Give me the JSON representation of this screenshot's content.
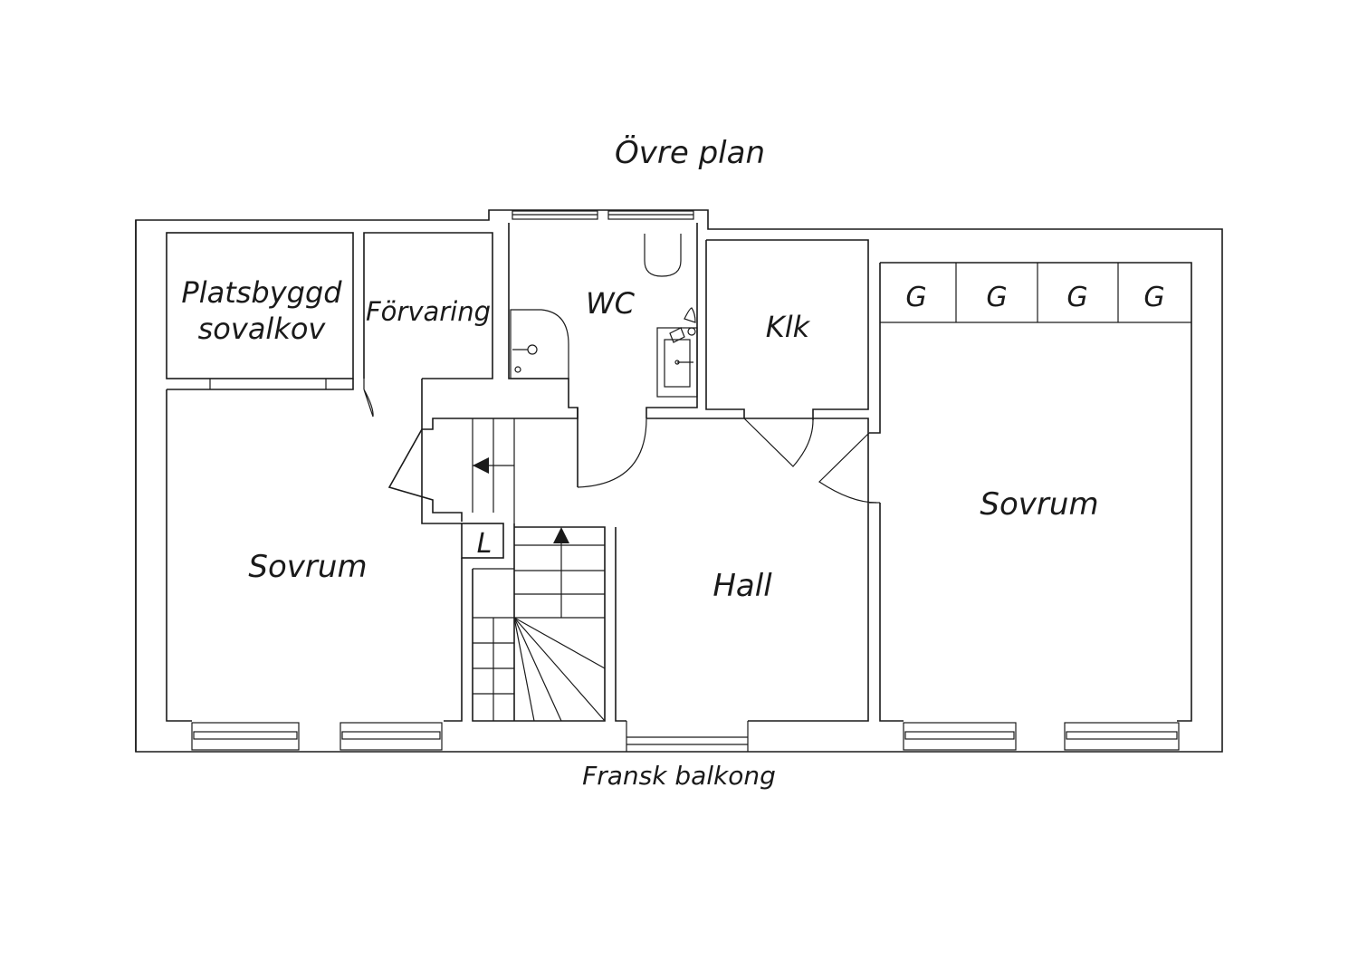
{
  "title": "Övre plan",
  "footer": "Fransk balkong",
  "rooms": {
    "platsbyggd": [
      "Platsbyggd",
      "sovalkov"
    ],
    "forvaring": "Förvaring",
    "wc": "WC",
    "klk": "Klk",
    "sovrum_left": "Sovrum",
    "sovrum_right": "Sovrum",
    "hall": "Hall",
    "linen": "L"
  },
  "wardrobes": [
    "G",
    "G",
    "G",
    "G"
  ]
}
